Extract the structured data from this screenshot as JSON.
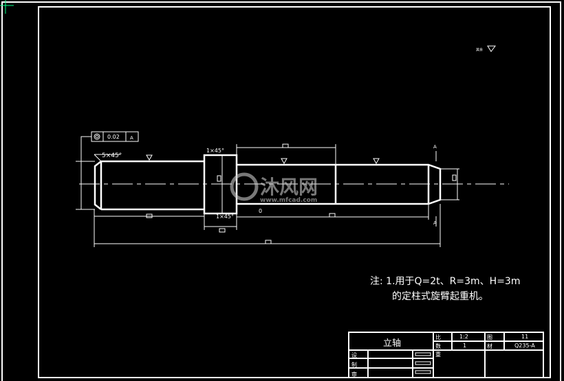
{
  "drawing": {
    "chamfer_left": "5×45°",
    "chamfer_collar_top": "1×45°",
    "chamfer_collar_bottom": "1×45°",
    "tolerance_frame": {
      "symbol": "concentricity",
      "value": "0.02",
      "datum": "A"
    },
    "section_marks": [
      "A",
      "A"
    ],
    "roughness_label": "其余",
    "small_label": "0"
  },
  "note": {
    "line1": "注: 1.用于Q=2t、R=3m、H=3m",
    "line2": "的定柱式旋臂起重机。"
  },
  "title_block": {
    "part_name": "立轴",
    "scale_label": "比",
    "scale_value": "1:2",
    "quantity_label": "数",
    "quantity_value": "1",
    "weight_label": "重",
    "drawing_no_label": "图",
    "drawing_no_value": "11",
    "material_label": "材",
    "material_value": "Q235-A",
    "roles": [
      "设",
      "制",
      "审"
    ]
  },
  "watermark": {
    "brand": "沐风网",
    "url": "www.mfcad.com"
  },
  "colors": {
    "background": "#000000",
    "lines": "#ffffff",
    "accent": "#00ff80"
  }
}
